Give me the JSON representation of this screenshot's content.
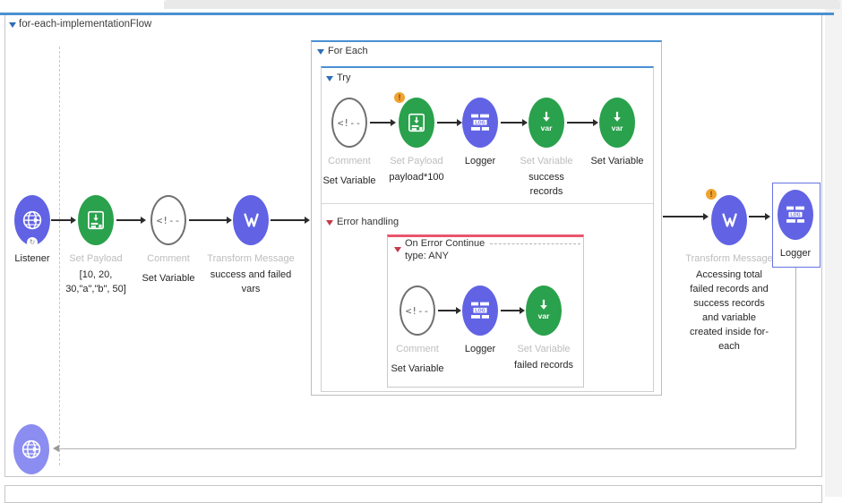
{
  "flow": {
    "title": "for-each-implementationFlow"
  },
  "scopes": {
    "for_each_title": "For Each",
    "try_title": "Try",
    "error_handling_title": "Error handling",
    "on_error_title": "On Error Continue",
    "on_error_type": "type: ANY"
  },
  "main_flow": {
    "listener": {
      "label": "Listener"
    },
    "set_payload": {
      "label": "Set Payload",
      "value_line1": "[10, 20,",
      "value_line2": "30,\"a\",\"b\", 50]"
    },
    "comment": {
      "label": "Comment",
      "name": "Set Variable",
      "glyph": "<!--"
    },
    "transform": {
      "label": "Transform Message",
      "desc_line1": "success and failed",
      "desc_line2": "vars"
    }
  },
  "try_flow": {
    "comment": {
      "label": "Comment",
      "name": "Set Variable",
      "glyph": "<!--"
    },
    "set_payload": {
      "label": "Set Payload",
      "value": "payload*100"
    },
    "logger": {
      "label": "Logger"
    },
    "set_variable_success": {
      "label": "Set Variable",
      "name_line1": "success",
      "name_line2": "records"
    },
    "set_variable": {
      "label": "Set Variable"
    }
  },
  "error_flow": {
    "comment": {
      "label": "Comment",
      "name": "Set Variable",
      "glyph": "<!--"
    },
    "logger": {
      "label": "Logger"
    },
    "set_variable_failed": {
      "label": "Set Variable",
      "name": "failed records"
    }
  },
  "output_flow": {
    "transform": {
      "label": "Transform Message",
      "desc": [
        "Accessing total",
        "failed records and",
        "success records",
        "and variable",
        "created inside for-",
        "each"
      ]
    },
    "logger": {
      "label": "Logger"
    }
  },
  "icons": {
    "logger_text": "LOG",
    "variable_text": "var",
    "warning_badge": "!",
    "listener_refresh": "↻"
  },
  "colors": {
    "node_green": "#2aa14c",
    "node_blue": "#6163e4",
    "node_light_blue": "#8b8df0",
    "scope_blue": "#4a90d2",
    "error_red": "#e8566c",
    "selection_blue": "#6673e0"
  }
}
